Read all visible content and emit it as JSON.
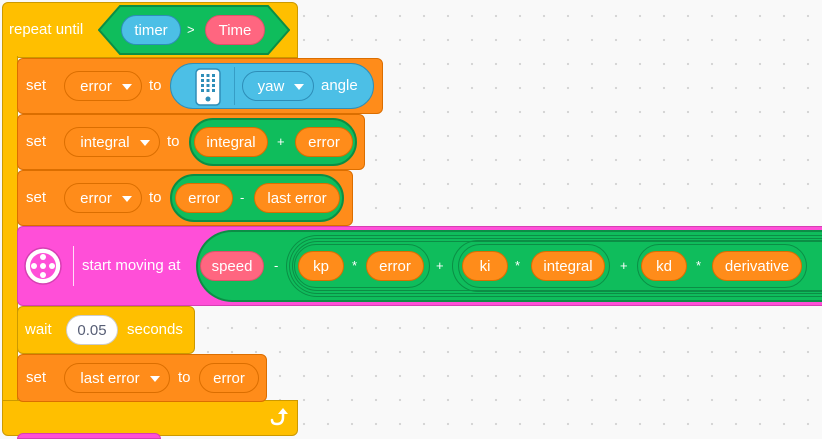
{
  "repeat_block": {
    "label": "repeat until",
    "condition": {
      "left": "timer",
      "operator": ">",
      "right": "Time"
    }
  },
  "set_error_yaw": {
    "set_label": "set",
    "variable": "error",
    "to_label": "to",
    "sensor_axis": "yaw",
    "sensor_suffix": "angle"
  },
  "set_integral": {
    "set_label": "set",
    "variable": "integral",
    "to_label": "to",
    "left": "integral",
    "operator": "+",
    "right": "error"
  },
  "set_error_diff": {
    "set_label": "set",
    "variable": "error",
    "to_label": "to",
    "left": "error",
    "operator": "-",
    "right": "last error"
  },
  "start_moving": {
    "label": "start moving at",
    "speed": "speed",
    "minus": "-",
    "kp": "kp",
    "mult1": "*",
    "error": "error",
    "plus1": "+",
    "ki": "ki",
    "mult2": "*",
    "integral": "integral",
    "plus2": "+",
    "kd": "kd",
    "mult3": "*",
    "derivative": "derivative"
  },
  "wait_block": {
    "label": "wait",
    "value": "0.05",
    "unit": "seconds"
  },
  "set_last_error": {
    "set_label": "set",
    "variable": "last error",
    "to_label": "to",
    "value": "error"
  },
  "colors": {
    "control": "#ffbf00",
    "variables": "#ff8c1a",
    "operators": "#0fbd5c",
    "sensing": "#4cbfe6",
    "movement": "#ff4fd8",
    "reporter_pink": "#ff6680"
  }
}
